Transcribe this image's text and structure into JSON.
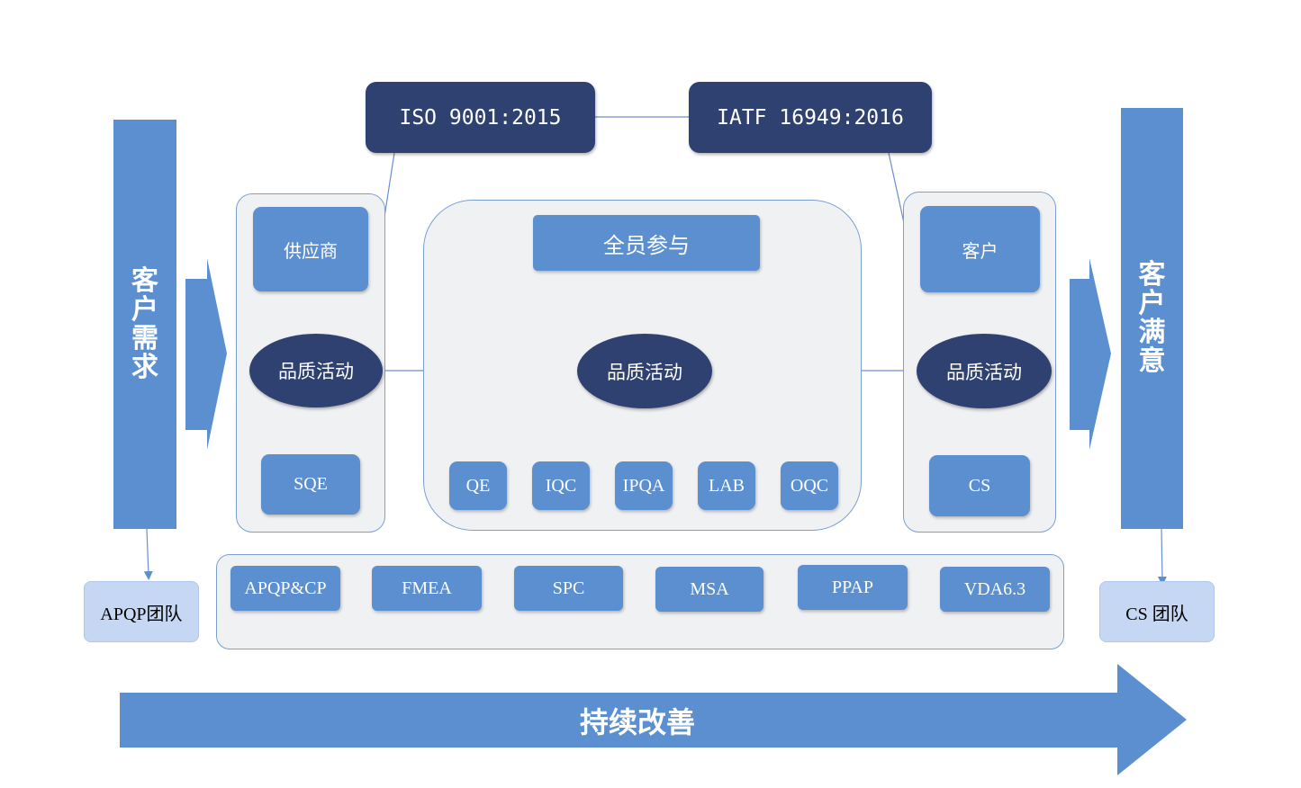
{
  "standards": {
    "iso": "ISO 9001:2015",
    "iatf": "IATF 16949:2016"
  },
  "left_bar": {
    "chars": [
      "客",
      "户",
      "需",
      "求"
    ]
  },
  "right_bar": {
    "chars": [
      "客",
      "户",
      "满",
      "意"
    ]
  },
  "supplier": {
    "top": "供应商",
    "activity": "品质活动",
    "bottom": "SQE"
  },
  "center": {
    "top": "全员参与",
    "activity": "品质活动",
    "bottom": [
      "QE",
      "IQC",
      "IPQA",
      "LAB",
      "OQC"
    ]
  },
  "customer": {
    "top": "客户",
    "activity": "品质活动",
    "bottom": "CS"
  },
  "tools": [
    "APQP&CP",
    "FMEA",
    "SPC",
    "MSA",
    "PPAP",
    "VDA6.3"
  ],
  "teams": {
    "left": "APQP团队",
    "right": "CS 团队"
  },
  "improvement": "持续改善",
  "colors": {
    "primary": "#5b8fd0",
    "dark": "#2f4170",
    "panel": "#f0f1f3",
    "team": "#c5d7f2"
  }
}
